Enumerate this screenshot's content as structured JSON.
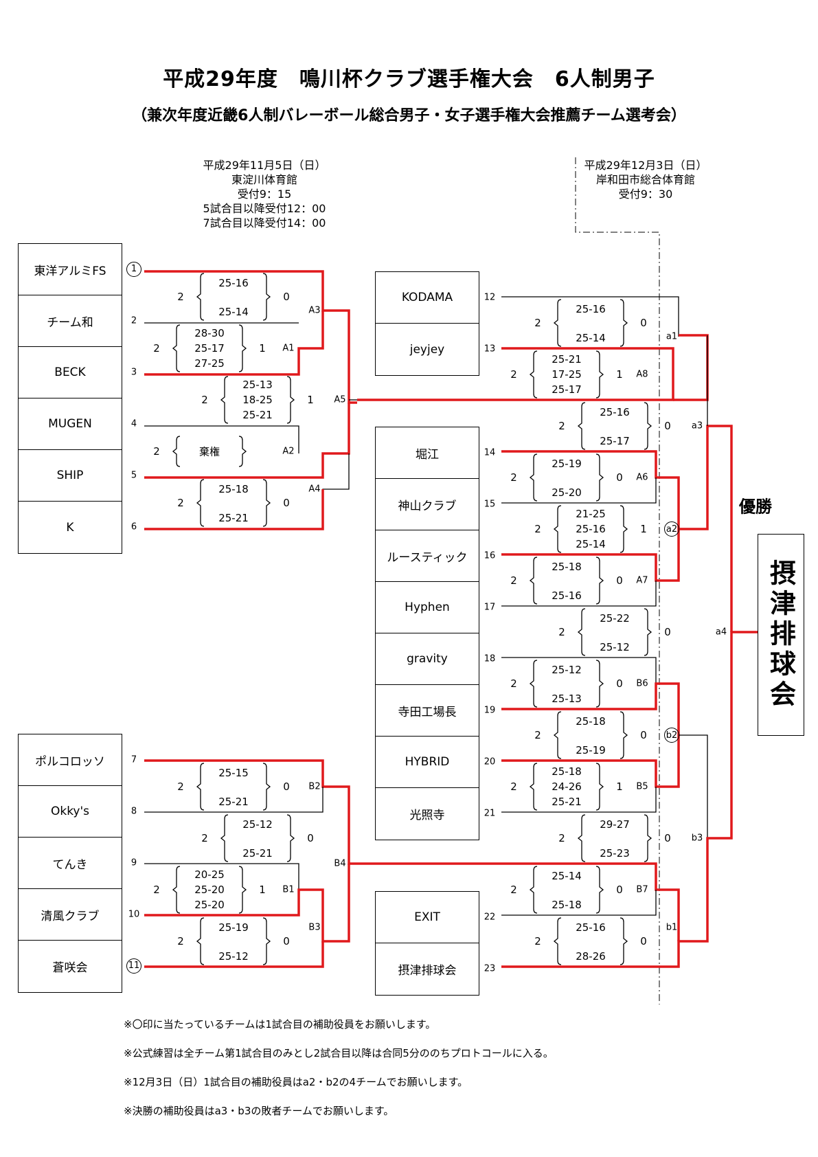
{
  "title": "平成29年度　鳴川杯クラブ選手権大会　6人制男子",
  "subtitle": "（兼次年度近畿6人制バレーボール総合男子・女子選手権大会推薦チーム選考会）",
  "day1": {
    "date": "平成29年11月5日（日）",
    "venue": "東淀川体育館",
    "reception": "受付9：15",
    "reception5": "5試合目以降受付12：00",
    "reception7": "7試合目以降受付14：00"
  },
  "day2": {
    "date": "平成29年12月3日（日）",
    "venue": "岸和田市総合体育館",
    "reception": "受付9：30"
  },
  "groupA_teams": [
    {
      "name": "東洋アルミFS",
      "no": "1",
      "circled": true
    },
    {
      "name": "チーム和",
      "no": "2",
      "circled": false
    },
    {
      "name": "BECK",
      "no": "3",
      "circled": false
    },
    {
      "name": "MUGEN",
      "no": "4",
      "circled": false
    },
    {
      "name": "SHIP",
      "no": "5",
      "circled": false
    },
    {
      "name": "K",
      "no": "6",
      "circled": false
    }
  ],
  "groupB_teams": [
    {
      "name": "ポルコロッソ",
      "no": "7",
      "circled": false
    },
    {
      "name": "Okky's",
      "no": "8",
      "circled": false
    },
    {
      "name": "てんき",
      "no": "9",
      "circled": false
    },
    {
      "name": "清風クラブ",
      "no": "10",
      "circled": false
    },
    {
      "name": "蒼咲会",
      "no": "11",
      "circled": true
    }
  ],
  "mid_teams_1": [
    {
      "name": "KODAMA",
      "no": "12"
    },
    {
      "name": "jeyjey",
      "no": "13"
    }
  ],
  "mid_teams_2": [
    {
      "name": "堀江",
      "no": "14"
    },
    {
      "name": "神山クラブ",
      "no": "15"
    },
    {
      "name": "ルースティック",
      "no": "16"
    },
    {
      "name": "Hyphen",
      "no": "17"
    },
    {
      "name": "gravity",
      "no": "18"
    },
    {
      "name": "寺田工場長",
      "no": "19"
    },
    {
      "name": "HYBRID",
      "no": "20"
    },
    {
      "name": "光照寺",
      "no": "21"
    }
  ],
  "mid_teams_3": [
    {
      "name": "EXIT",
      "no": "22"
    },
    {
      "name": "摂津排球会",
      "no": "23"
    }
  ],
  "match_labels": [
    "A1",
    "A2",
    "A3",
    "A4",
    "A5",
    "A6",
    "A7",
    "A8",
    "B1",
    "B2",
    "B3",
    "B4",
    "B5",
    "B6",
    "B7",
    "a1",
    "a3",
    "a4",
    "b3",
    "b1"
  ],
  "match_labels_circled": [
    "a2",
    "b2"
  ],
  "scores": [
    {
      "w": "2",
      "l": "0",
      "sets": [
        "25-16",
        "25-14"
      ]
    },
    {
      "w": "2",
      "l": "1",
      "sets": [
        "28-30",
        "25-17",
        "27-25"
      ]
    },
    {
      "w": "2",
      "l": "1",
      "sets": [
        "25-13",
        "18-25",
        "25-21"
      ]
    },
    {
      "w": "2",
      "l": "",
      "sets": [
        "棄権"
      ]
    },
    {
      "w": "2",
      "l": "0",
      "sets": [
        "25-18",
        "25-21"
      ]
    },
    {
      "w": "2",
      "l": "0",
      "sets": [
        "25-15",
        "25-21"
      ]
    },
    {
      "w": "2",
      "l": "0",
      "sets": [
        "25-12",
        "25-21"
      ]
    },
    {
      "w": "2",
      "l": "1",
      "sets": [
        "20-25",
        "25-20",
        "25-20"
      ]
    },
    {
      "w": "2",
      "l": "0",
      "sets": [
        "25-19",
        "25-12"
      ]
    },
    {
      "w": "2",
      "l": "0",
      "sets": [
        "25-16",
        "25-14"
      ]
    },
    {
      "w": "2",
      "l": "1",
      "sets": [
        "25-21",
        "17-25",
        "25-17"
      ]
    },
    {
      "w": "2",
      "l": "0",
      "sets": [
        "25-16",
        "25-17"
      ]
    },
    {
      "w": "2",
      "l": "0",
      "sets": [
        "25-19",
        "25-20"
      ]
    },
    {
      "w": "2",
      "l": "1",
      "sets": [
        "21-25",
        "25-16",
        "25-14"
      ]
    },
    {
      "w": "2",
      "l": "0",
      "sets": [
        "25-18",
        "25-16"
      ]
    },
    {
      "w": "2",
      "l": "0",
      "sets": [
        "25-22",
        "25-12"
      ]
    },
    {
      "w": "2",
      "l": "0",
      "sets": [
        "25-12",
        "25-13"
      ]
    },
    {
      "w": "2",
      "l": "0",
      "sets": [
        "25-18",
        "25-19"
      ]
    },
    {
      "w": "2",
      "l": "1",
      "sets": [
        "25-18",
        "24-26",
        "25-21"
      ]
    },
    {
      "w": "2",
      "l": "0",
      "sets": [
        "29-27",
        "25-23"
      ]
    },
    {
      "w": "2",
      "l": "0",
      "sets": [
        "25-14",
        "25-18"
      ]
    },
    {
      "w": "2",
      "l": "0",
      "sets": [
        "25-16",
        "28-26"
      ]
    }
  ],
  "champion_label": "優勝",
  "champion": "摂津排球会",
  "notes": [
    "※〇印に当たっているチームは1試合目の補助役員をお願いします。",
    "※公式練習は全チーム第1試合目のみとし2試合目以降は合同5分ののちプロトコールに入る。",
    "※12月3日（日）1試合目の補助役員はa2・b2の4チームでお願いします。",
    "※決勝の補助役員はa3・b3の敗者チームでお願いします。"
  ],
  "colors": {
    "winner_line": "#e0191c",
    "line": "#000000"
  }
}
